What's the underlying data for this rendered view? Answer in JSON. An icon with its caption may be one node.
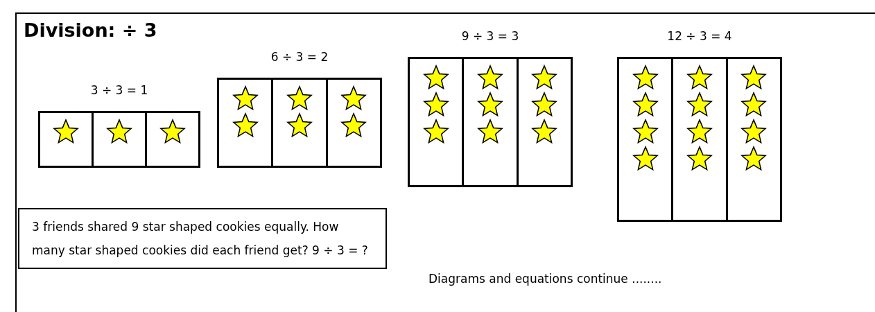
{
  "diagram": {
    "title": "Division:  ÷ 3",
    "nodes": [
      {
        "text": [
          "3 ÷ 3 = 1"
        ]
      },
      {
        "text": [],
        "shape": "box",
        "in": 0
      },
      {
        "text": [],
        "shape": "box",
        "in": 0
      },
      {
        "text": [],
        "shape": "box",
        "in": 0
      },
      {
        "text": [
          "6 ÷ 3 = 2"
        ]
      },
      {
        "text": [],
        "shape": "box",
        "in": 4
      },
      {
        "text": [],
        "shape": "box",
        "in": 4
      },
      {
        "text": [],
        "shape": "box",
        "in": 4
      },
      {
        "text": [
          "9 ÷ 3 = 3"
        ]
      },
      {
        "text": [],
        "shape": "box",
        "in": 8
      },
      {
        "text": [],
        "shape": "box",
        "in": 8
      },
      {
        "text": [],
        "shape": "box",
        "in": 8
      },
      {
        "text": [
          "12 ÷ 3 = 4"
        ]
      },
      {
        "text": [],
        "shape": "box",
        "in": 12
      },
      {
        "text": [],
        "shape": "box",
        "in": 12
      },
      {
        "text": [],
        "shape": "box",
        "in": 12
      },
      {
        "text": [
          "3 friends shared 9 star shaped cookies equally. How many star shaped cookies did each friend get?   9 ÷ 3 = ?"
        ]
      }
    ],
    "labels": [
      "Diagrams and equations continue  ........"
    ]
  }
}
